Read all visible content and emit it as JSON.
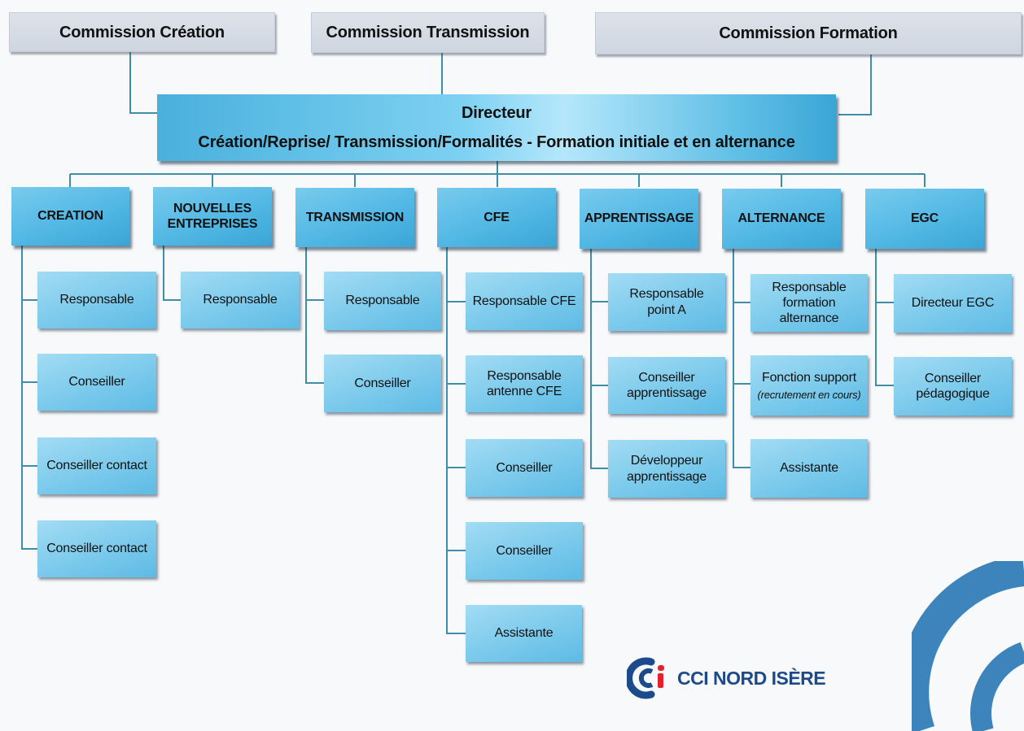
{
  "commissions": [
    {
      "label": "Commission Création"
    },
    {
      "label": "Commission Transmission"
    },
    {
      "label": "Commission Formation"
    }
  ],
  "director": {
    "title": "Directeur",
    "subtitle": "Création/Reprise/ Transmission/Formalités - Formation initiale et en alternance"
  },
  "departments": [
    {
      "label": "CREATION",
      "roles": [
        {
          "label": "Responsable"
        },
        {
          "label": "Conseiller"
        },
        {
          "label": "Conseiller contact"
        },
        {
          "label": "Conseiller contact"
        }
      ]
    },
    {
      "label": "NOUVELLES ENTREPRISES",
      "roles": [
        {
          "label": "Responsable"
        }
      ]
    },
    {
      "label": "TRANSMISSION",
      "roles": [
        {
          "label": "Responsable"
        },
        {
          "label": "Conseiller"
        }
      ]
    },
    {
      "label": "CFE",
      "roles": [
        {
          "label": "Responsable CFE"
        },
        {
          "label": "Responsable antenne CFE"
        },
        {
          "label": "Conseiller"
        },
        {
          "label": "Conseiller"
        },
        {
          "label": "Assistante"
        }
      ]
    },
    {
      "label": "APPRENTISSAGE",
      "roles": [
        {
          "label": "Responsable point A"
        },
        {
          "label": "Conseiller apprentissage"
        },
        {
          "label": "Développeur apprentissage"
        }
      ]
    },
    {
      "label": "ALTERNANCE",
      "roles": [
        {
          "label": "Responsable formation alternance"
        },
        {
          "label": "Fonction support",
          "note": "(recrutement en cours)"
        },
        {
          "label": "Assistante"
        }
      ]
    },
    {
      "label": "EGC",
      "roles": [
        {
          "label": "Directeur EGC"
        },
        {
          "label": "Conseiller pédagogique"
        }
      ]
    }
  ],
  "logo": {
    "text": "CCI NORD ISÈRE",
    "colors": {
      "blue": "#1c4a8a",
      "red": "#e2232b"
    }
  },
  "colors": {
    "connector": "#3f8ea8",
    "department": "#4fb6e3",
    "role": "#82cded",
    "commission": "#d6dce5",
    "corner_arcs": "#3d84bd"
  }
}
